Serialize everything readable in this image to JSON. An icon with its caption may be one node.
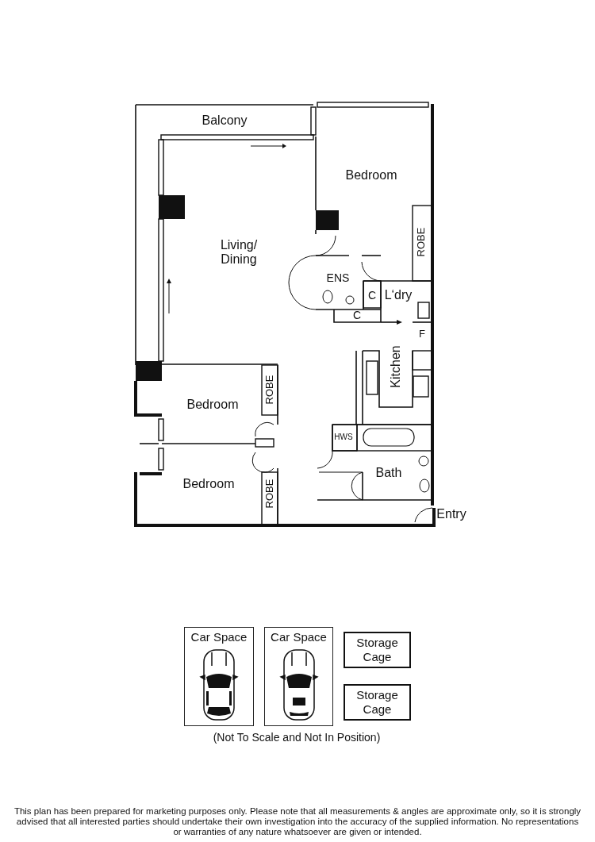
{
  "diagram": {
    "nodes": [
      {
        "text": [
          "Car Space"
        ]
      },
      {
        "text": [
          "Car Space"
        ]
      },
      {
        "text": [
          "Storage Cage"
        ]
      },
      {
        "text": [
          "Storage Cage"
        ]
      }
    ],
    "labels": [
      "Balcony",
      "Bedroom",
      "ROBE",
      "Living/ Dining",
      "ENS",
      "C",
      "L‘dry",
      "C",
      "F",
      "Kitchen",
      "Bedroom",
      "ROBE",
      "HWS",
      "Bedroom",
      "Bath",
      "ROBE",
      "Entry",
      "(Not To Scale and Not In Position)",
      "This plan has been prepared for marketing purposes only. Please note that all measurements & angles are approximate only, so it is strongly advised that all interested parties should undertake their own investigation into the accuracy of the supplied information. No representations or warranties of any nature whatsoever are given or intended."
    ]
  }
}
